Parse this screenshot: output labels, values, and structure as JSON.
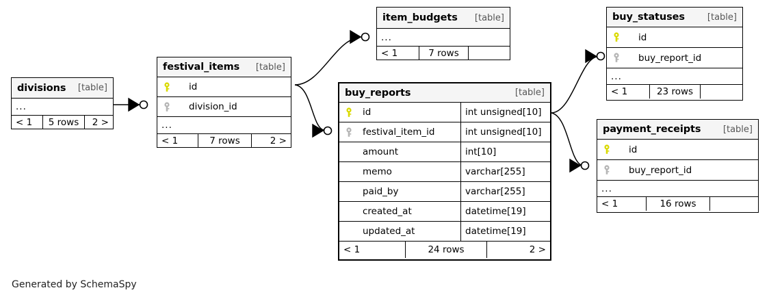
{
  "diagram": {
    "credit": "Generated by SchemaSpy",
    "table_tag": "[table]",
    "ellipsis": "...",
    "colors": {
      "background": "#ffffff",
      "header_fill": "#f5f5f5",
      "border": "#000000",
      "primary_key_icon": "#dada00",
      "foreign_key_icon": "#b5b5b5",
      "text": "#000000"
    }
  },
  "tables": [
    {
      "id": "divisions",
      "name": "divisions",
      "tag": "[table]",
      "emphasized": false,
      "columns": [],
      "has_ellipsis_row": true,
      "ellipsis": "...",
      "footer": {
        "prev": "< 1",
        "rows": "5 rows",
        "next": "2 >"
      }
    },
    {
      "id": "festival_items",
      "name": "festival_items",
      "tag": "[table]",
      "emphasized": false,
      "columns": [
        {
          "key": "primary",
          "name": "id",
          "type": ""
        },
        {
          "key": "foreign",
          "name": "division_id",
          "type": ""
        }
      ],
      "has_ellipsis_row": true,
      "ellipsis": "...",
      "footer": {
        "prev": "< 1",
        "rows": "7 rows",
        "next": "2 >"
      }
    },
    {
      "id": "item_budgets",
      "name": "item_budgets",
      "tag": "[table]",
      "emphasized": false,
      "columns": [],
      "has_ellipsis_row": true,
      "ellipsis": "...",
      "footer": {
        "prev": "< 1",
        "rows": "7 rows",
        "next": ""
      }
    },
    {
      "id": "buy_reports",
      "name": "buy_reports",
      "tag": "[table]",
      "emphasized": true,
      "columns": [
        {
          "key": "primary",
          "name": "id",
          "type": "int unsigned[10]"
        },
        {
          "key": "foreign",
          "name": "festival_item_id",
          "type": "int unsigned[10]"
        },
        {
          "key": "none",
          "name": "amount",
          "type": "int[10]"
        },
        {
          "key": "none",
          "name": "memo",
          "type": "varchar[255]"
        },
        {
          "key": "none",
          "name": "paid_by",
          "type": "varchar[255]"
        },
        {
          "key": "none",
          "name": "created_at",
          "type": "datetime[19]"
        },
        {
          "key": "none",
          "name": "updated_at",
          "type": "datetime[19]"
        }
      ],
      "has_ellipsis_row": false,
      "ellipsis": "",
      "footer": {
        "prev": "< 1",
        "rows": "24 rows",
        "next": "2 >"
      }
    },
    {
      "id": "buy_statuses",
      "name": "buy_statuses",
      "tag": "[table]",
      "emphasized": false,
      "columns": [
        {
          "key": "primary",
          "name": "id",
          "type": ""
        },
        {
          "key": "foreign",
          "name": "buy_report_id",
          "type": ""
        }
      ],
      "has_ellipsis_row": true,
      "ellipsis": "...",
      "footer": {
        "prev": "< 1",
        "rows": "23 rows",
        "next": ""
      }
    },
    {
      "id": "payment_receipts",
      "name": "payment_receipts",
      "tag": "[table]",
      "emphasized": false,
      "columns": [
        {
          "key": "primary",
          "name": "id",
          "type": ""
        },
        {
          "key": "foreign",
          "name": "buy_report_id",
          "type": ""
        }
      ],
      "has_ellipsis_row": true,
      "ellipsis": "...",
      "footer": {
        "prev": "< 1",
        "rows": "16 rows",
        "next": ""
      }
    }
  ],
  "relationships": [
    {
      "from": "divisions",
      "to": "festival_items",
      "to_column": "division_id",
      "notation": "zero-or-many"
    },
    {
      "from": "festival_items",
      "to": "item_budgets",
      "to_column": "",
      "notation": "zero-or-many"
    },
    {
      "from": "festival_items",
      "to": "buy_reports",
      "to_column": "festival_item_id",
      "notation": "zero-or-many"
    },
    {
      "from": "buy_reports",
      "to": "buy_statuses",
      "to_column": "buy_report_id",
      "notation": "zero-or-many"
    },
    {
      "from": "buy_reports",
      "to": "payment_receipts",
      "to_column": "buy_report_id",
      "notation": "zero-or-many"
    }
  ]
}
